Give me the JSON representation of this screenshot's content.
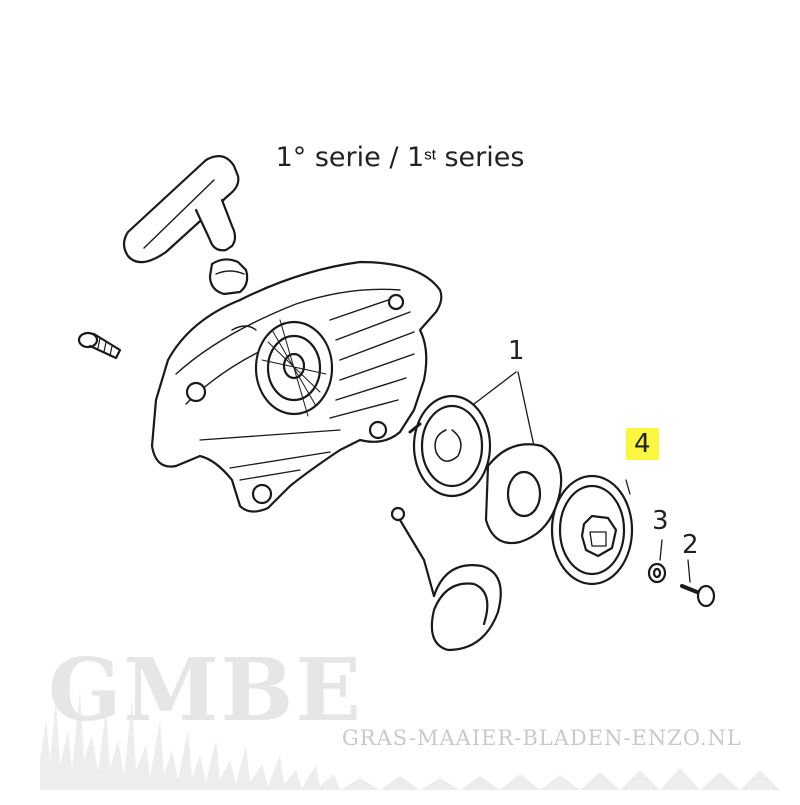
{
  "title": {
    "text": "1° serie / 1",
    "sup": "st",
    "rest": " series"
  },
  "callouts": [
    {
      "label": "1",
      "highlighted": false
    },
    {
      "label": "2",
      "highlighted": false
    },
    {
      "label": "3",
      "highlighted": false
    },
    {
      "label": "4",
      "highlighted": true
    }
  ],
  "watermark": {
    "logo": "GMBE",
    "url": "GRAS-MAAIER-BLADEN-ENZO.NL"
  },
  "colors": {
    "highlight": "#fbf63e",
    "line": "#1a1a1a",
    "watermark": "#e6e6e6"
  }
}
